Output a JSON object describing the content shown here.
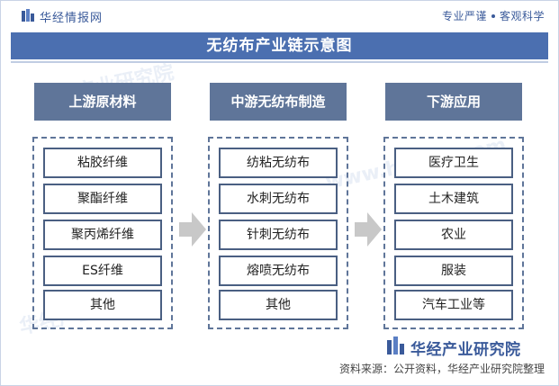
{
  "header": {
    "brand": "华经情报网",
    "slogan_left": "专业严谨",
    "slogan_right": "客观科学"
  },
  "title": "无纺布产业链示意图",
  "stages": [
    {
      "label": "上游原材料",
      "items": [
        "粘胶纤维",
        "聚酯纤维",
        "聚丙烯纤维",
        "ES纤维",
        "其他"
      ]
    },
    {
      "label": "中游无纺布制造",
      "items": [
        "纺粘无纺布",
        "水刺无纺布",
        "针刺无纺布",
        "熔喷无纺布",
        "其他"
      ]
    },
    {
      "label": "下游应用",
      "items": [
        "医疗卫生",
        "土木建筑",
        "农业",
        "服装",
        "汽车工业等"
      ]
    }
  ],
  "footer": {
    "brand": "华经产业研究院",
    "source": "资料来源：公开资料，华经产业研究院整理"
  },
  "colors": {
    "title_bg": "#4b6fb0",
    "stage_bg": "#5f7599",
    "arrow": "#c8c8c8"
  }
}
